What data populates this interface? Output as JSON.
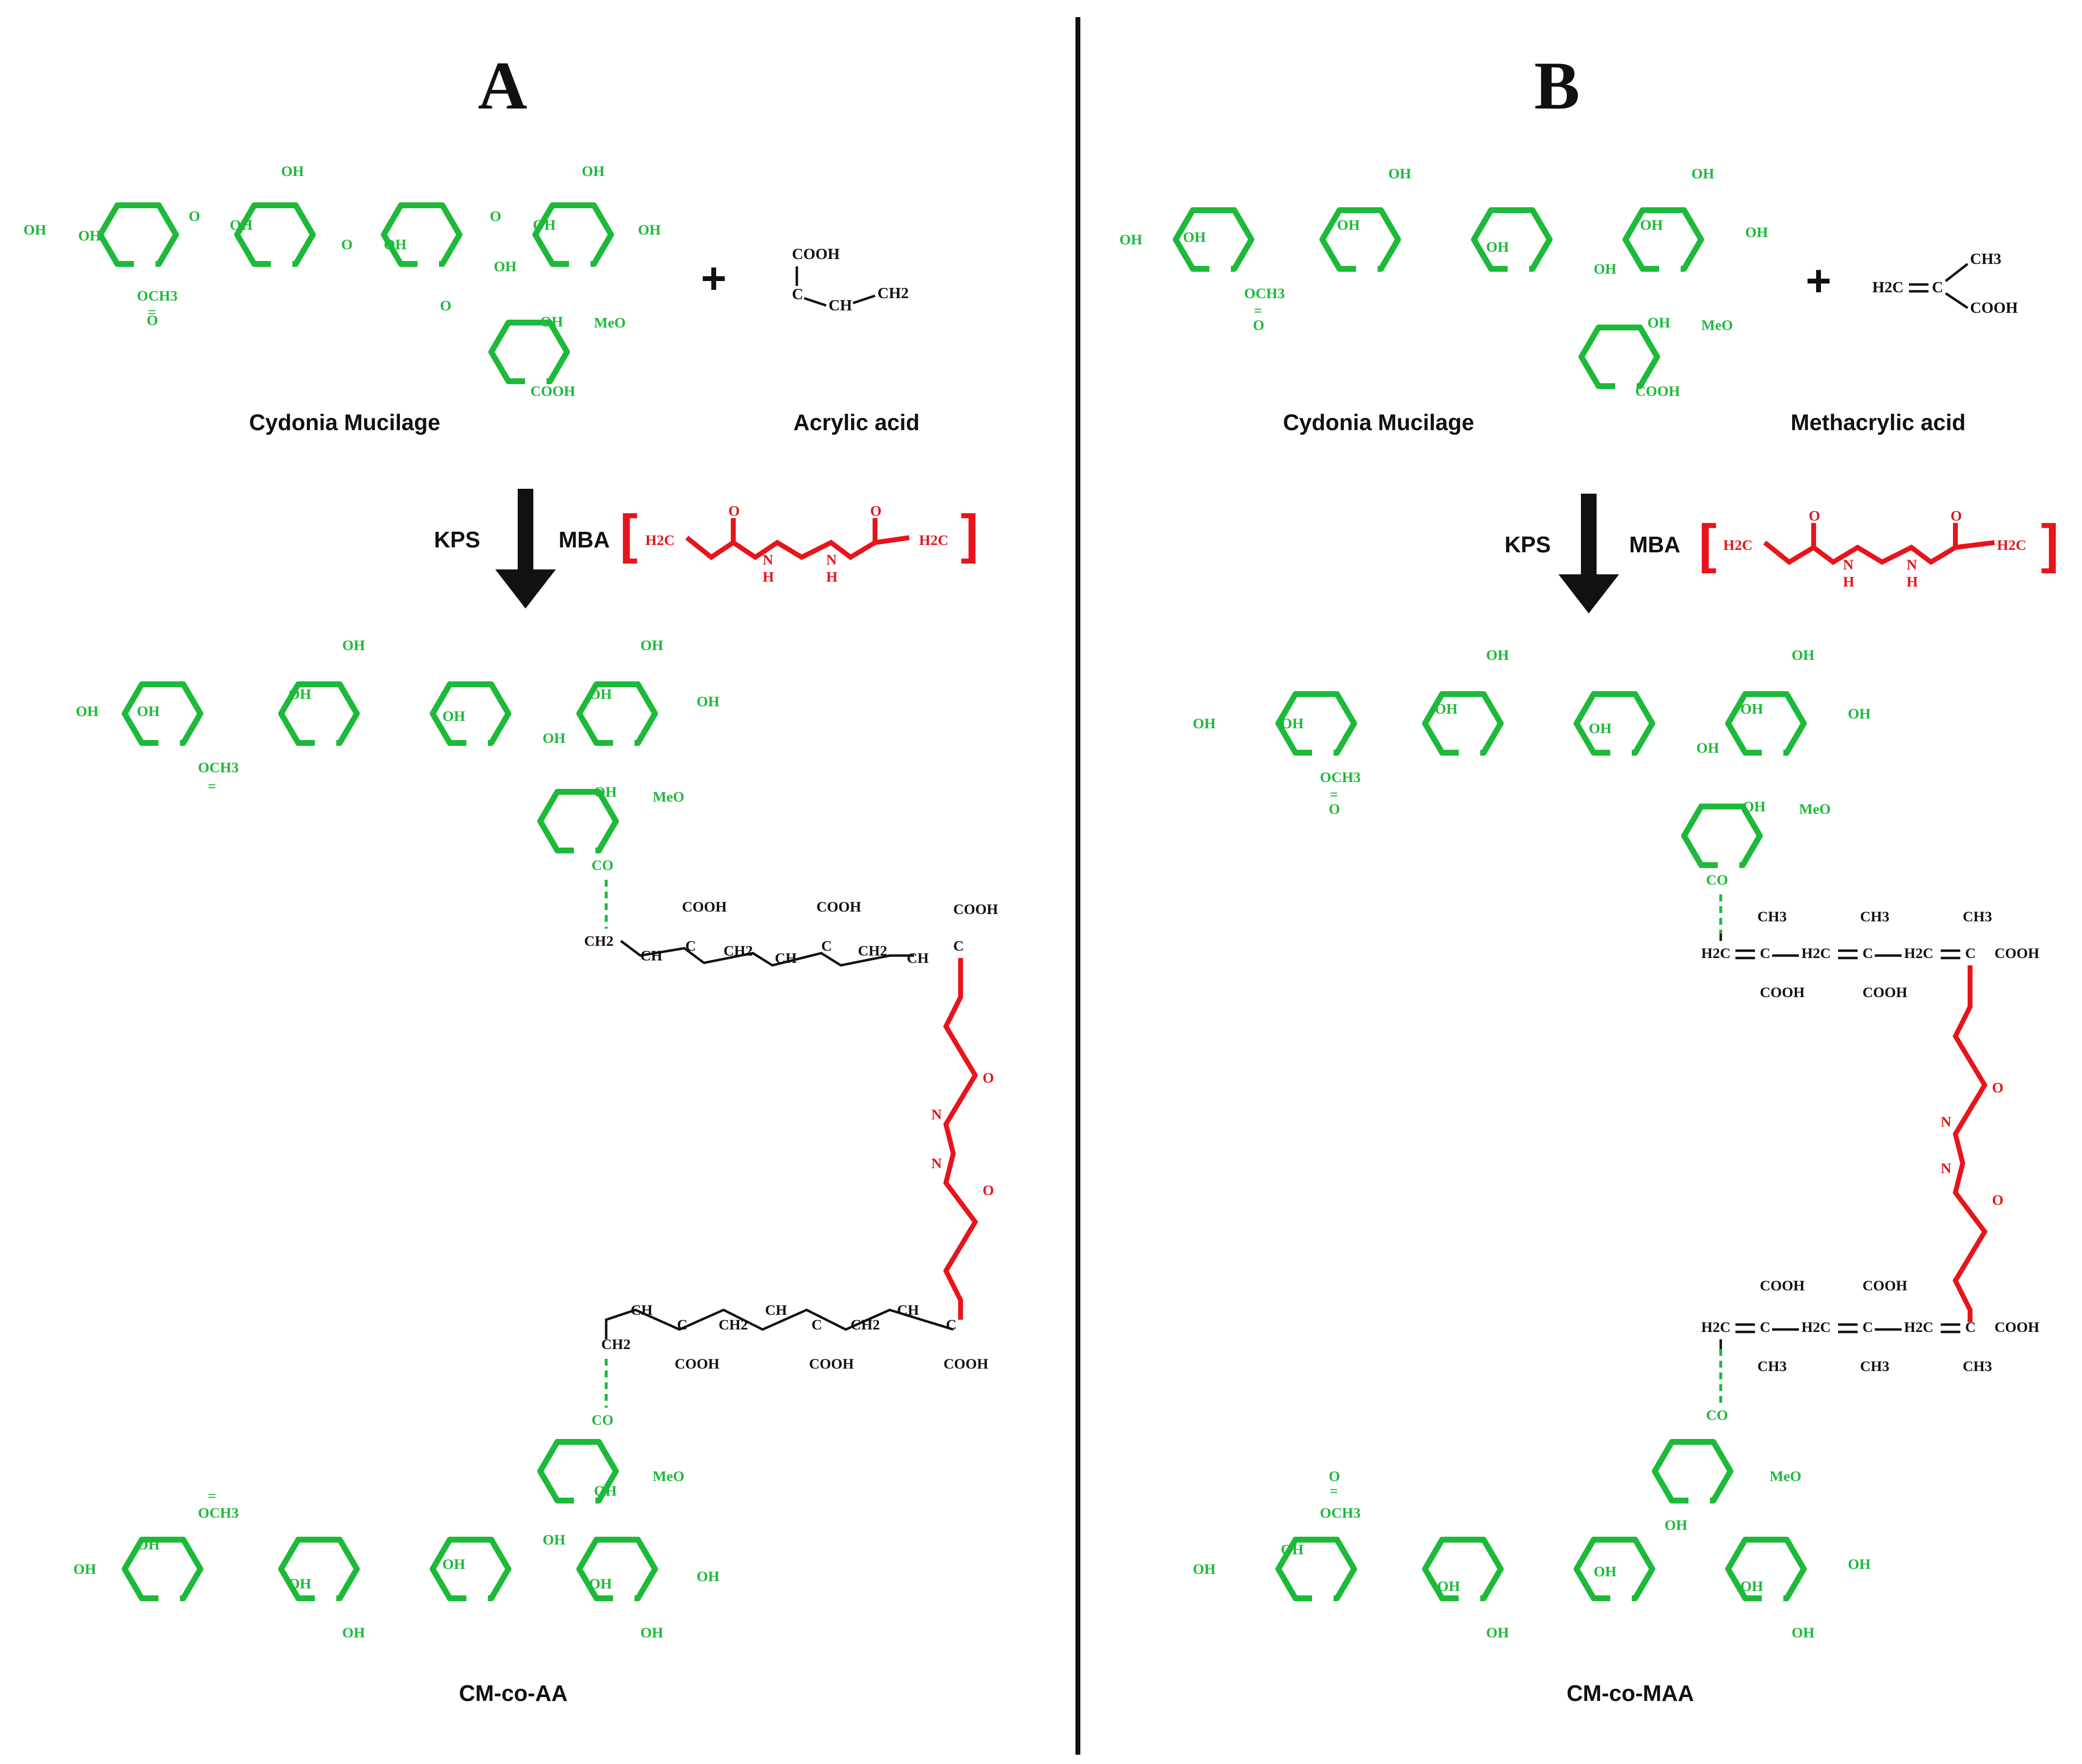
{
  "colors": {
    "mucilage": "#1dba3a",
    "crosslinker": "#e8141b",
    "backbone": "#111111",
    "divider": "#111111",
    "background": "#ffffff"
  },
  "panel_a": {
    "letter": "A",
    "reactant_1": "Cydonia Mucilage",
    "reactant_2": "Acrylic acid",
    "plus": "+",
    "arrow_icon": "down-arrow",
    "initiator": "KPS",
    "crosslinker": "MBA",
    "product": "CM-co-AA",
    "monomer": {
      "top": "COOH",
      "c": "C",
      "ch": "CH",
      "ch2": "CH2"
    }
  },
  "panel_b": {
    "letter": "B",
    "reactant_1": "Cydonia Mucilage",
    "reactant_2": "Methacrylic acid",
    "plus": "+",
    "arrow_icon": "down-arrow",
    "initiator": "KPS",
    "crosslinker": "MBA",
    "product": "CM-co-MAA",
    "monomer": {
      "left": "H2C",
      "c": "C",
      "ch3": "CH3",
      "cooh": "COOH"
    }
  },
  "mba_structure": {
    "end": "H2C",
    "o": "O",
    "n": "N",
    "h": "H"
  },
  "sugar_labels": {
    "oh": "OH",
    "o": "O",
    "och3": "OCH3",
    "co": "CO",
    "eq": "=",
    "meo": "MeO",
    "cooh": "COOH",
    "linker_o": "O"
  },
  "chain_labels": {
    "cooh": "COOH",
    "c": "C",
    "ch": "CH",
    "ch2": "CH2",
    "h2c": "H2C",
    "ch3": "CH3"
  }
}
